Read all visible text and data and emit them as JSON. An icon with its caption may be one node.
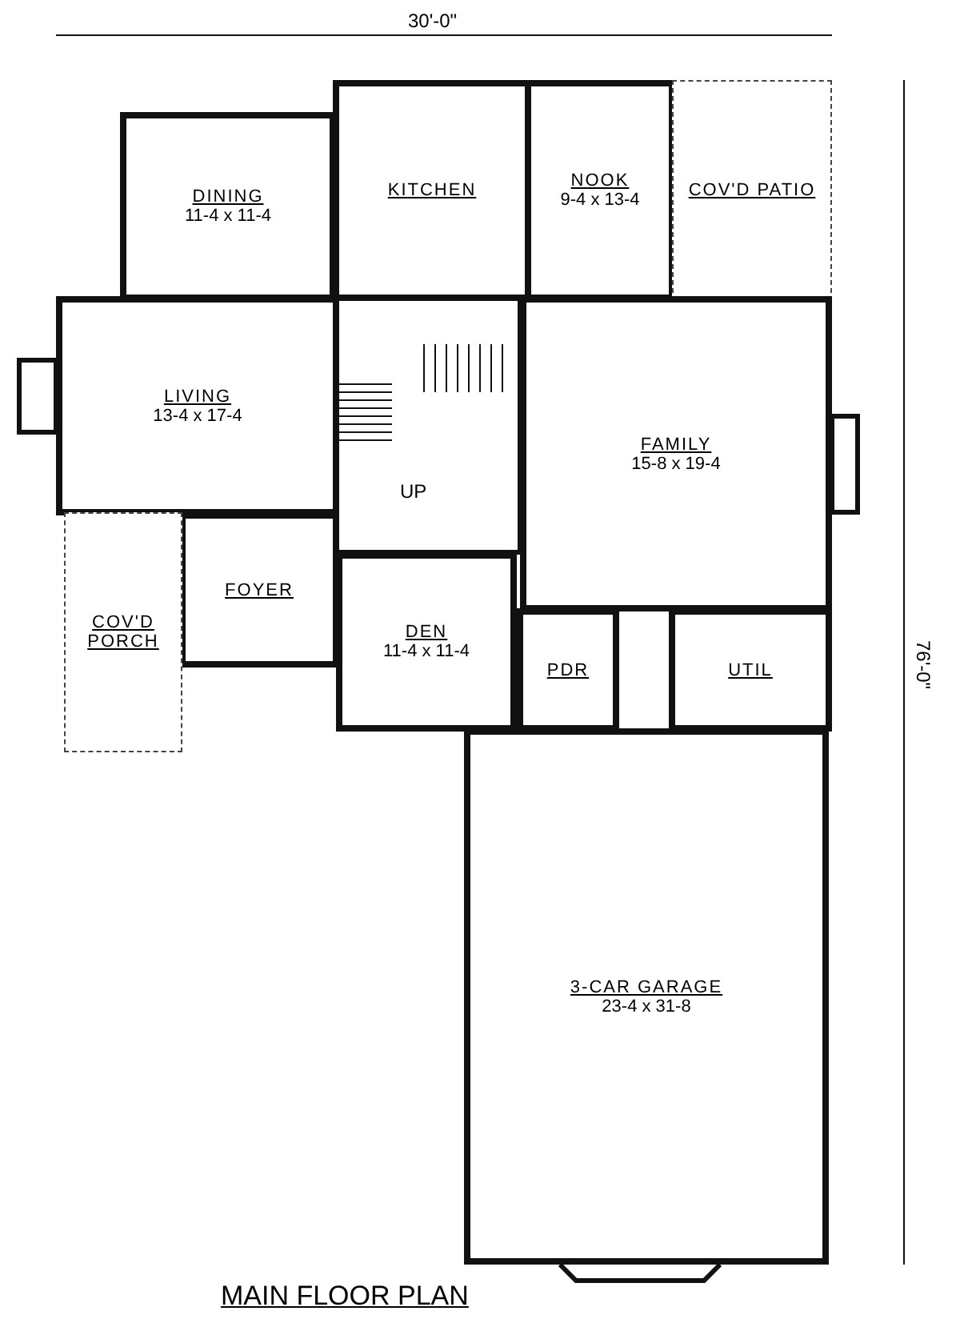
{
  "diagram": {
    "title": "MAIN FLOOR PLAN",
    "nodes": [
      {
        "text": [
          "DINING",
          "11-4 x 11-4"
        ]
      },
      {
        "text": [
          "KITCHEN"
        ]
      },
      {
        "text": [
          "NOOK",
          "9-4 x 13-4"
        ]
      },
      {
        "text": [
          "COV'D PATIO"
        ]
      },
      {
        "text": [
          "LIVING",
          "13-4 x 17-4"
        ]
      },
      {
        "text": [
          "FAMILY",
          "15-8 x 19-4"
        ]
      },
      {
        "text": [
          "FOYER"
        ]
      },
      {
        "text": [
          "COV'D PORCH"
        ]
      },
      {
        "text": [
          "DEN",
          "11-4 x 11-4"
        ]
      },
      {
        "text": [
          "PDR"
        ]
      },
      {
        "text": [
          "UTIL"
        ]
      },
      {
        "text": [
          "3-CAR GARAGE",
          "23-4 x 31-8"
        ]
      }
    ],
    "labels": [
      "30'-0\"",
      "UP",
      "76'-0\""
    ]
  }
}
